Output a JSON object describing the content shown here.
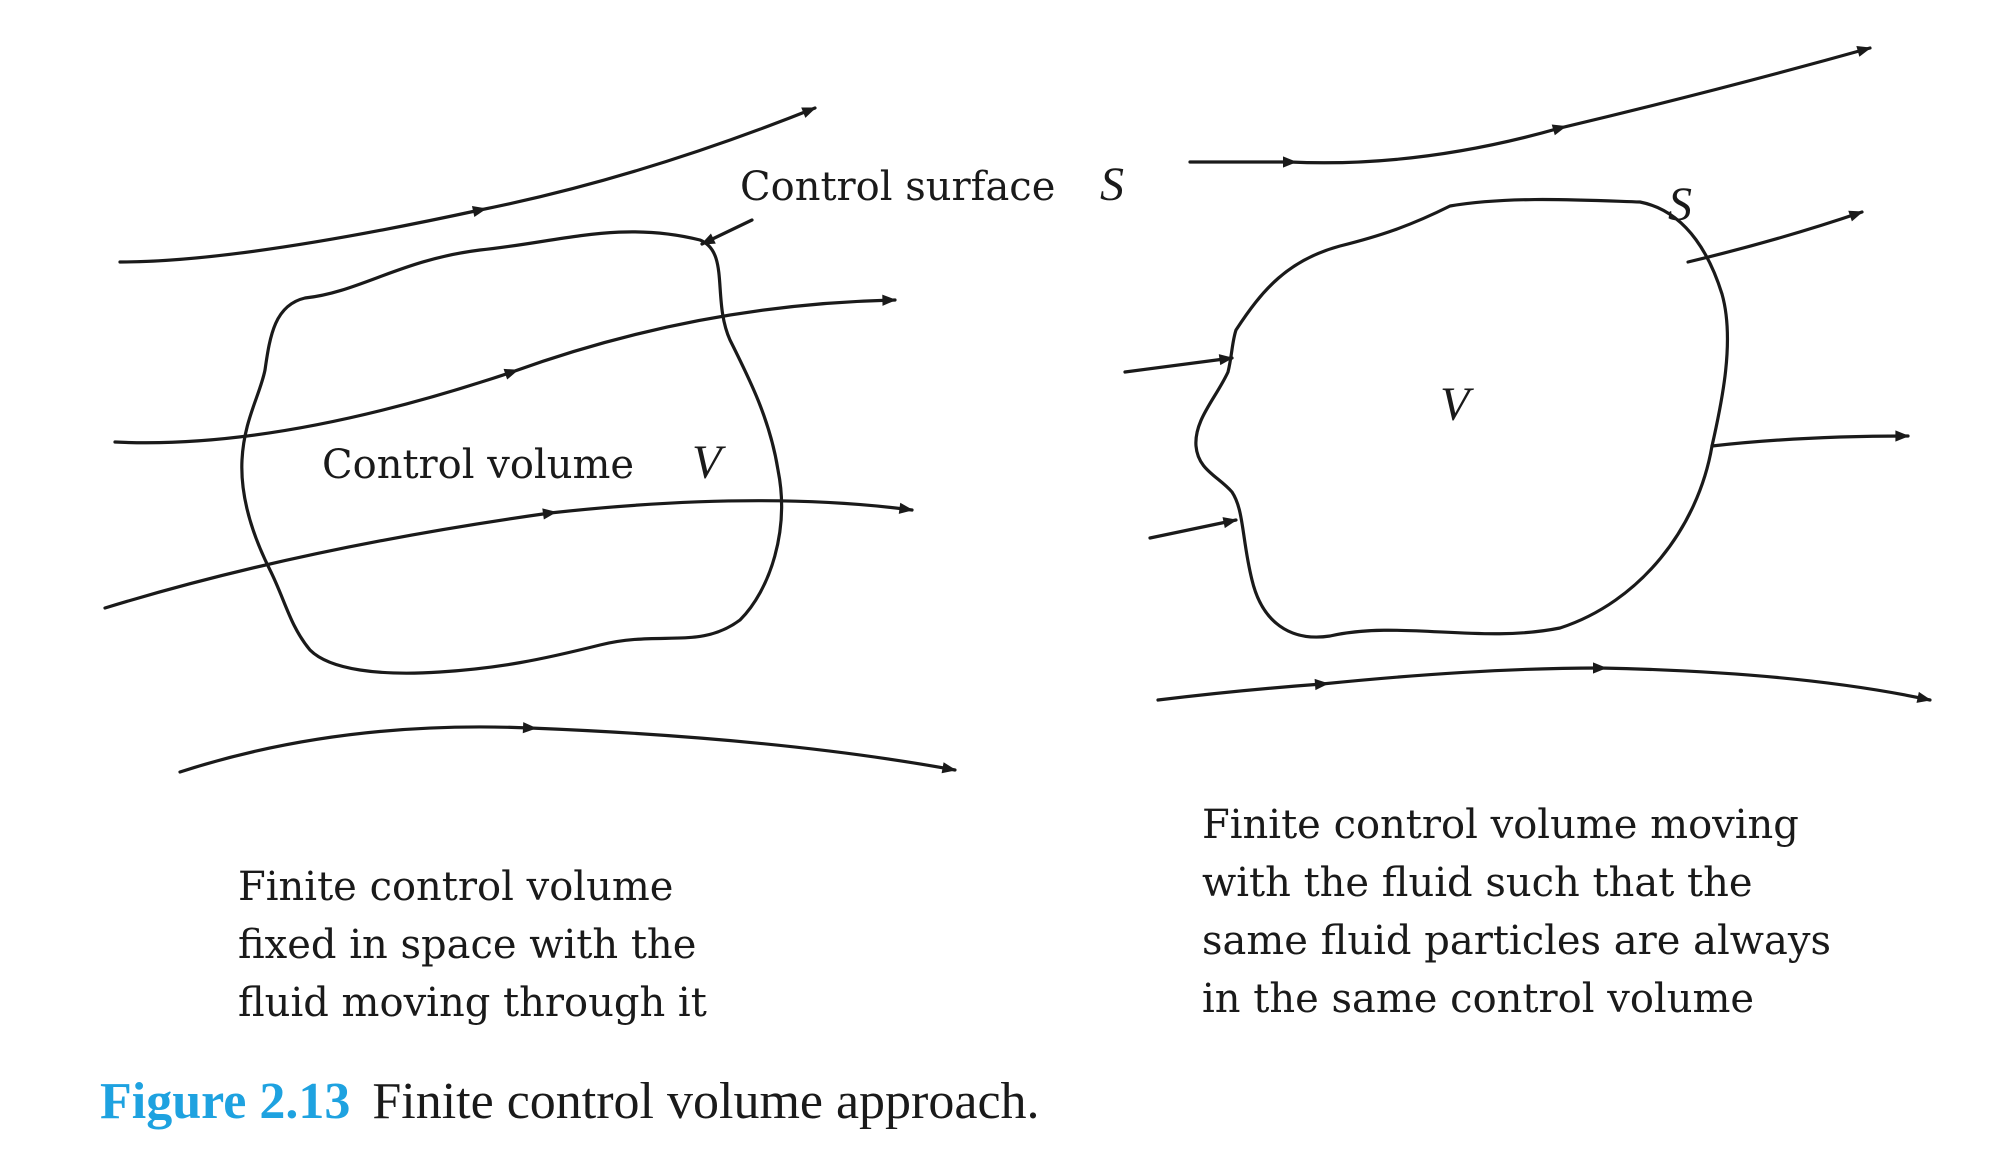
{
  "left_panel": {
    "surface_label": "Control surface",
    "surface_symbol": "S",
    "volume_label": "Control volume",
    "volume_symbol": "V",
    "caption_lines": [
      "Finite control volume",
      "fixed in space with the",
      "fluid moving through it"
    ]
  },
  "right_panel": {
    "surface_symbol": "S",
    "volume_symbol": "V",
    "caption_lines": [
      "Finite control volume moving",
      "with the fluid such that the",
      "same fluid particles are always",
      "in the same control volume"
    ]
  },
  "figure": {
    "number": "Figure 2.13",
    "caption": "Finite control volume approach."
  },
  "colors": {
    "figure_number": "#1ea2e0",
    "ink": "#1a1a1a"
  }
}
